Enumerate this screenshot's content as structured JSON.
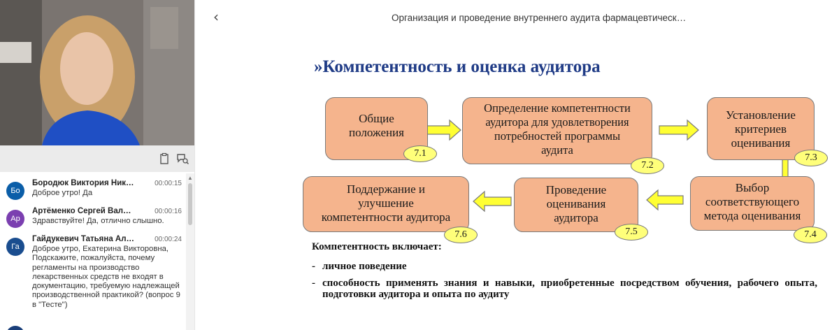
{
  "window": {
    "title": "Организация и проведение внутреннего аудита фармацевтическ…"
  },
  "toolbar": {
    "copy_icon": "clipboard-icon",
    "chat_icon": "chat-search-icon"
  },
  "chat": {
    "messages": [
      {
        "initials": "Бо",
        "avatar_color": "#0b5ea8",
        "name": "Бородюк Виктория Ник…",
        "time": "00:00:15",
        "text": "Доброе утро! Да"
      },
      {
        "initials": "Ар",
        "avatar_color": "#7b3fb0",
        "name": "Артёменко Сергей Вал…",
        "time": "00:00:16",
        "text": "Здравствуйте! Да, отлично слышно."
      },
      {
        "initials": "Га",
        "avatar_color": "#1a4d8f",
        "name": "Гайдукевич Татьяна Ал…",
        "time": "00:00:24",
        "text": "Доброе утро, Екатерина Викторовна, Подскажите, пожалуйста, почему регламенты на производство лекарственных средств не входят в документацию, требуемую надлежащей производственной практикой? (вопрос 9 в \"Тесте\")"
      }
    ]
  },
  "slide": {
    "title": "»Компетентность и оценка аудитора",
    "boxes": [
      {
        "lines": [
          "Общие",
          "положения"
        ],
        "badge": "7.1"
      },
      {
        "lines": [
          "Определение компетентности",
          "аудитора для удовлетворения",
          "потребностей программы",
          "аудита"
        ],
        "badge": "7.2"
      },
      {
        "lines": [
          "Установление",
          "критериев",
          "оценивания"
        ],
        "badge": "7.3"
      },
      {
        "lines": [
          "Выбор",
          "соответствующего",
          "метода оценивания"
        ],
        "badge": "7.4"
      },
      {
        "lines": [
          "Проведение",
          "оценивания",
          "аудитора"
        ],
        "badge": "7.5"
      },
      {
        "lines": [
          "Поддержание и",
          "улучшение",
          "компетентности аудитора"
        ],
        "badge": "7.6"
      }
    ],
    "competence_heading": "Компетентность включает:",
    "bullets": [
      "личное поведение",
      "способность применять знания и навыки, приобретенные посредством обучения, рабочего опыта, подготовки аудитора и опыта по аудиту"
    ],
    "bullet_dash": "-",
    "colors": {
      "box_fill": "#f5b48d",
      "arrow_fill": "#ffff33",
      "title": "#1f3b86",
      "badge_fill": "#ffff7a"
    }
  }
}
